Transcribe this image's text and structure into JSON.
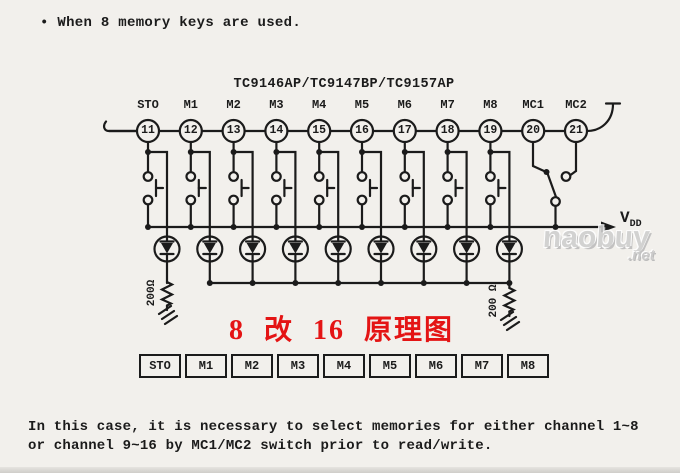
{
  "header": {
    "note": "• When 8 memory keys are used."
  },
  "schematic": {
    "chip_title": "TC9146AP/TC9147BP/TC9157AP",
    "vdd_base": "V",
    "vdd_sub": "DD",
    "resistor_left": "200Ω",
    "resistor_right": "200 Ω",
    "pins": [
      {
        "number": "11",
        "name": "STO"
      },
      {
        "number": "12",
        "name": "M1"
      },
      {
        "number": "13",
        "name": "M2"
      },
      {
        "number": "14",
        "name": "M3"
      },
      {
        "number": "15",
        "name": "M4"
      },
      {
        "number": "16",
        "name": "M5"
      },
      {
        "number": "17",
        "name": "M6"
      },
      {
        "number": "18",
        "name": "M7"
      },
      {
        "number": "19",
        "name": "M8"
      },
      {
        "number": "20",
        "name": "MC1"
      },
      {
        "number": "21",
        "name": "MC2"
      }
    ]
  },
  "annotation": {
    "red_title": "8 改 16 原理图"
  },
  "keypad": {
    "keys": [
      "STO",
      "M1",
      "M2",
      "M3",
      "M4",
      "M5",
      "M6",
      "M7",
      "M8"
    ]
  },
  "footer": {
    "line1": "In this case, it is necessary to select memories for either channel 1~8",
    "line2": "or channel 9~16 by MC1/MC2 switch prior to read/write."
  },
  "watermark": {
    "brand": "naobuy",
    "suffix": ".net"
  },
  "colors": {
    "ink": "#1b1b1b",
    "paper": "#f2f0ec",
    "red": "#e41414",
    "watermark_gray": "#cfcfcf"
  }
}
